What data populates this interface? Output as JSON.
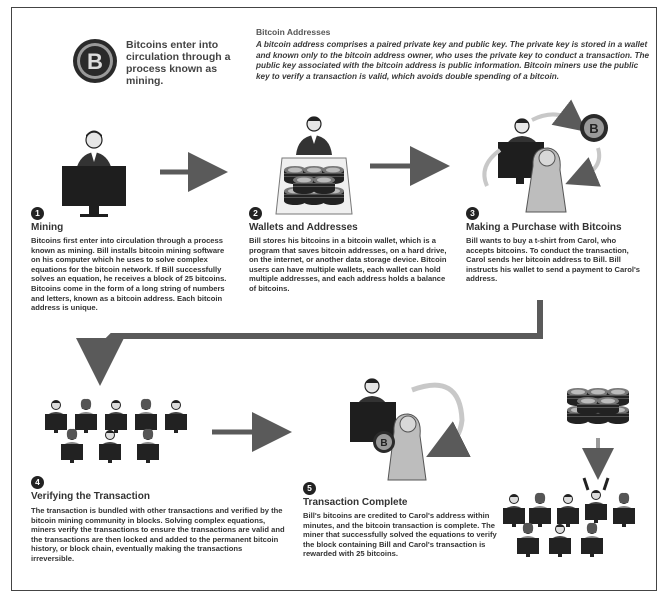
{
  "intro": {
    "text": "Bitcoins enter into circulation through a process known as mining."
  },
  "coin_symbol": "B",
  "addresses": {
    "heading": "Bitcoin Addresses",
    "body": "A bitcoin address comprises a paired private key and public key. The private key is stored in a wallet and known only to the bitcoin address owner, who uses the private key to conduct a transaction. The public key associated with the bitcoin address is public information. Bitcoin miners use the public key to verify a transaction is valid, which avoids double spending of a bitcoin."
  },
  "steps": [
    {
      "number": "1",
      "title": "Mining",
      "body": "Bitcoins first enter into circulation through a process known as mining. Bill installs bitcoin mining software on his computer which he uses to solve complex equations for the bitcoin network. If Bill successfully solves an equation, he receives a block of 25 bitcoins. Bitcoins come in the form of a long string of numbers and letters, known as a bitcoin address. Each bitcoin address is unique."
    },
    {
      "number": "2",
      "title": "Wallets and Addresses",
      "body": "Bill stores his bitcoins in a bitcoin wallet, which is a program that saves bitcoin addresses, on a hard drive, on the internet, or another data storage device. Bitcoin users can have multiple wallets, each wallet can hold multiple addresses, and each address holds a balance of bitcoins."
    },
    {
      "number": "3",
      "title": "Making a Purchase with Bitcoins",
      "body": "Bill wants to buy a t-shirt from Carol, who accepts bitcoins. To conduct the transaction, Carol sends her bitcoin address to Bill. Bill instructs his wallet to send a payment to Carol's address."
    },
    {
      "number": "4",
      "title": "Verifying the Transaction",
      "body": "The transaction is bundled with other transactions and verified by the bitcoin mining community in blocks. Solving complex equations, miners verify the transactions to ensure the transactions are valid and the transactions are then locked and added to the permanent bitcoin history, or block chain, eventually making the transactions irreversible."
    },
    {
      "number": "5",
      "title": "Transaction Complete",
      "body": "Bill's bitcoins are credited to Carol's address within minutes, and the bitcoin transaction is complete. The miner that successfully solved the equations to verify the block containing Bill and Carol's transaction is rewarded with 25 bitcoins."
    }
  ],
  "colors": {
    "ink": "#222222",
    "arrow": "#5a5a5a",
    "gray": "#9a9a9a",
    "light": "#c8c8c8"
  }
}
